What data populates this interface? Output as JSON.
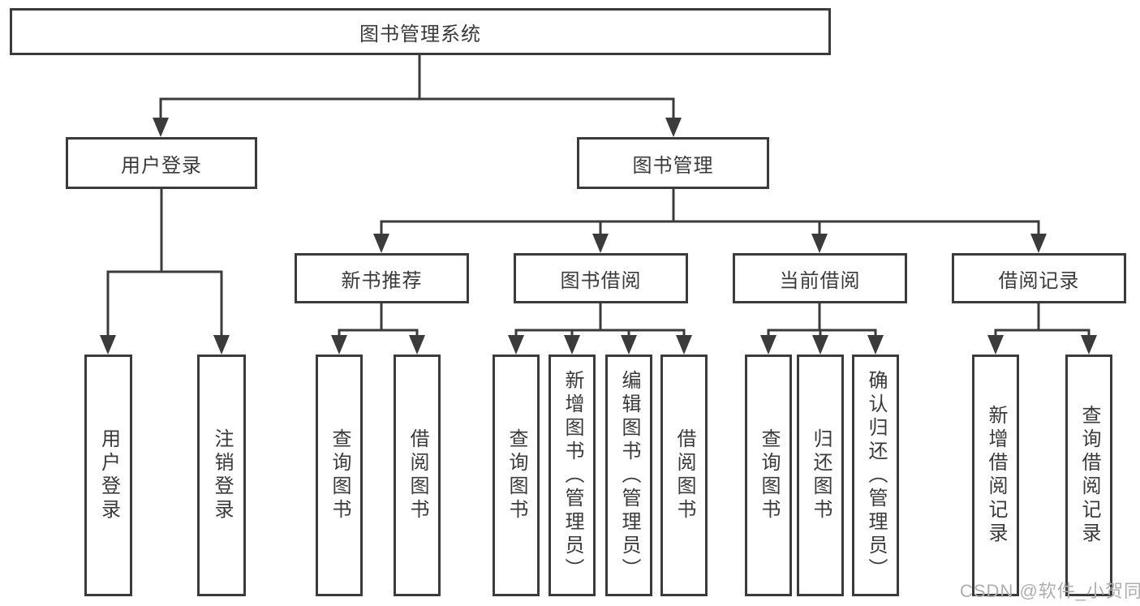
{
  "tree": {
    "root": "图书管理系统",
    "user_login": {
      "label": "用户登录",
      "children": [
        "用户登录",
        "注销登录"
      ]
    },
    "book_management": {
      "label": "图书管理",
      "groups": [
        {
          "label": "新书推荐",
          "children": [
            "查询图书",
            "借阅图书"
          ]
        },
        {
          "label": "图书借阅",
          "children": [
            "查询图书",
            "新增图书（管理员）",
            "编辑图书（管理员）",
            "借阅图书"
          ]
        },
        {
          "label": "当前借阅",
          "children": [
            "查询图书",
            "归还图书",
            "确认归还（管理员）"
          ]
        },
        {
          "label": "借阅记录",
          "children": [
            "新增借阅记录",
            "查询借阅记录"
          ]
        }
      ]
    }
  },
  "watermark": "CSDN @软件_小贺同学",
  "colors": {
    "background": "#ffffff",
    "line": "#3b3b3b",
    "text": "#3a3a3a",
    "watermark": "#aeaeae"
  }
}
